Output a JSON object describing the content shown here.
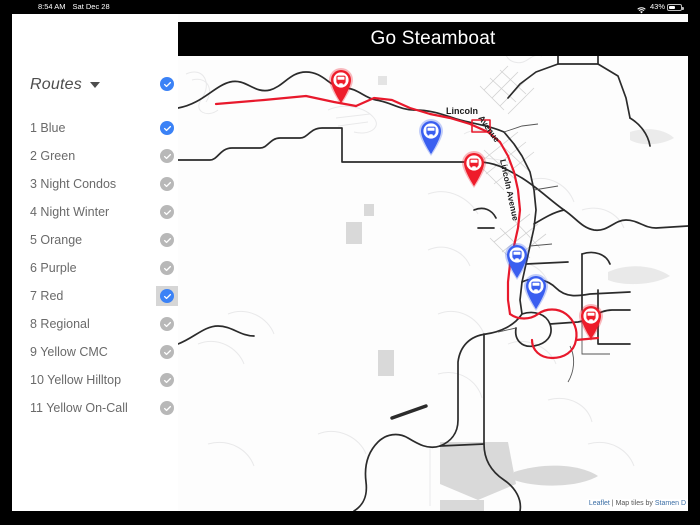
{
  "status_bar": {
    "time": "8:54 AM",
    "date": "Sat Dec 28",
    "wifi_icon": "wifi-icon",
    "battery_percent": "43%",
    "battery_icon": "battery-icon"
  },
  "app": {
    "title": "Go Steamboat"
  },
  "sidebar": {
    "header": {
      "label": "Routes",
      "caret_icon": "chevron-down-icon",
      "checked": true
    },
    "routes": [
      {
        "label": "1 Blue",
        "checked": true,
        "selected": false
      },
      {
        "label": "2 Green",
        "checked": false,
        "selected": false
      },
      {
        "label": "3 Night Condos",
        "checked": false,
        "selected": false
      },
      {
        "label": "4 Night Winter",
        "checked": false,
        "selected": false
      },
      {
        "label": "5 Orange",
        "checked": false,
        "selected": false
      },
      {
        "label": "6 Purple",
        "checked": false,
        "selected": false
      },
      {
        "label": "7 Red",
        "checked": true,
        "selected": true
      },
      {
        "label": "8 Regional",
        "checked": false,
        "selected": false
      },
      {
        "label": "9 Yellow CMC",
        "checked": false,
        "selected": false
      },
      {
        "label": "10 Yellow Hilltop",
        "checked": false,
        "selected": false
      },
      {
        "label": "11 Yellow On-Call",
        "checked": false,
        "selected": false
      }
    ]
  },
  "map": {
    "road_labels": [
      "Lincoln Avenue",
      "Lincoln Avenue"
    ],
    "route_color_red": "#e8192c",
    "markers": [
      {
        "name": "bus-marker-red-1",
        "color": "red",
        "icon": "bus-icon"
      },
      {
        "name": "bus-marker-blue-1",
        "color": "blue",
        "icon": "bus-icon"
      },
      {
        "name": "bus-marker-red-2",
        "color": "red",
        "icon": "bus-icon"
      },
      {
        "name": "bus-marker-blue-2",
        "color": "blue",
        "icon": "bus-icon"
      },
      {
        "name": "bus-marker-blue-3",
        "color": "blue",
        "icon": "bus-icon"
      },
      {
        "name": "bus-marker-red-3",
        "color": "red",
        "icon": "bus-icon"
      }
    ],
    "attribution": {
      "leaflet": "Leaflet",
      "separator": " | ",
      "tiles_prefix": "Map tiles by ",
      "tiles_provider": "Stamen D"
    }
  },
  "colors": {
    "accent_blue": "#3b82f6",
    "marker_red": "#ee1c2a",
    "marker_blue": "#3a5ff0",
    "checkbox_off": "#b8b8b8",
    "selection_gray": "#d6d6d6"
  }
}
